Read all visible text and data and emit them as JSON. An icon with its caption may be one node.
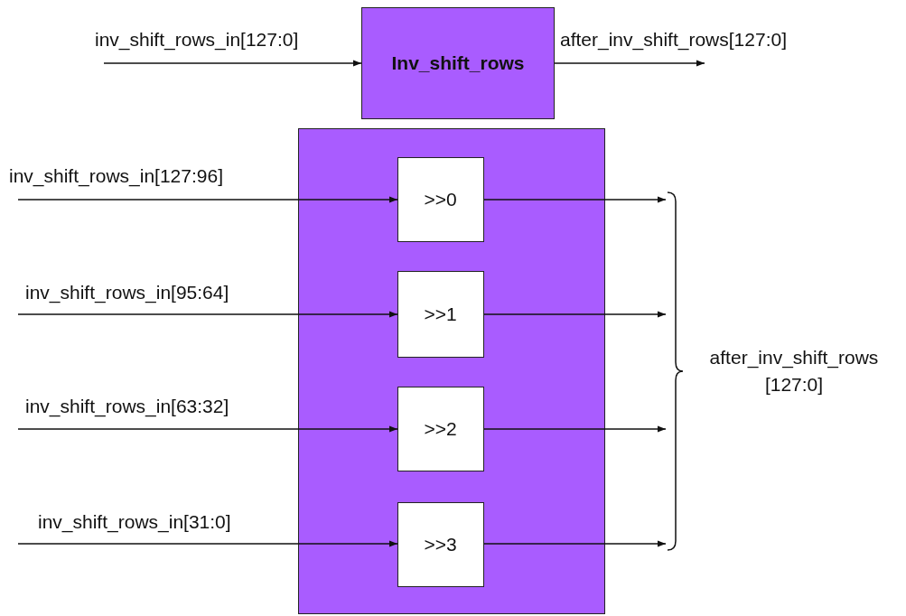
{
  "diagram": {
    "nodes": [
      {
        "text": [
          "Inv_shift_rows"
        ]
      },
      {
        "text": [],
        "shape": "box"
      },
      {
        "text": [
          ">>0"
        ],
        "in": 1
      },
      {
        "text": [
          ">>1"
        ],
        "in": 1
      },
      {
        "text": [
          ">>2"
        ],
        "in": 1
      },
      {
        "text": [
          ">>3"
        ],
        "in": 1
      },
      {
        "text": [
          "after_inv_shift_rows [127:0]"
        ]
      }
    ],
    "edges": [
      {
        "from": null,
        "to": 0,
        "arrow": "to",
        "label": "inv_shift_rows_in[127:0]"
      },
      {
        "from": 0,
        "to": null,
        "arrow": "to",
        "label": "after_inv_shift_rows[127:0]"
      },
      {
        "from": null,
        "to": 2,
        "arrow": "to",
        "label": "inv_shift_rows_in[127:96]"
      },
      {
        "from": 2,
        "to": 6,
        "arrow": "to"
      },
      {
        "from": null,
        "to": 3,
        "arrow": "to",
        "label": "inv_shift_rows_in[95:64]"
      },
      {
        "from": 3,
        "to": 6,
        "arrow": "to"
      },
      {
        "from": null,
        "to": 4,
        "arrow": "to",
        "label": "inv_shift_rows_in[63:32]"
      },
      {
        "from": 4,
        "to": 6,
        "arrow": "to"
      },
      {
        "from": null,
        "to": 5,
        "arrow": "to",
        "label": "inv_shift_rows_in[31:0]"
      },
      {
        "from": 5,
        "to": 6,
        "arrow": "to"
      }
    ]
  }
}
